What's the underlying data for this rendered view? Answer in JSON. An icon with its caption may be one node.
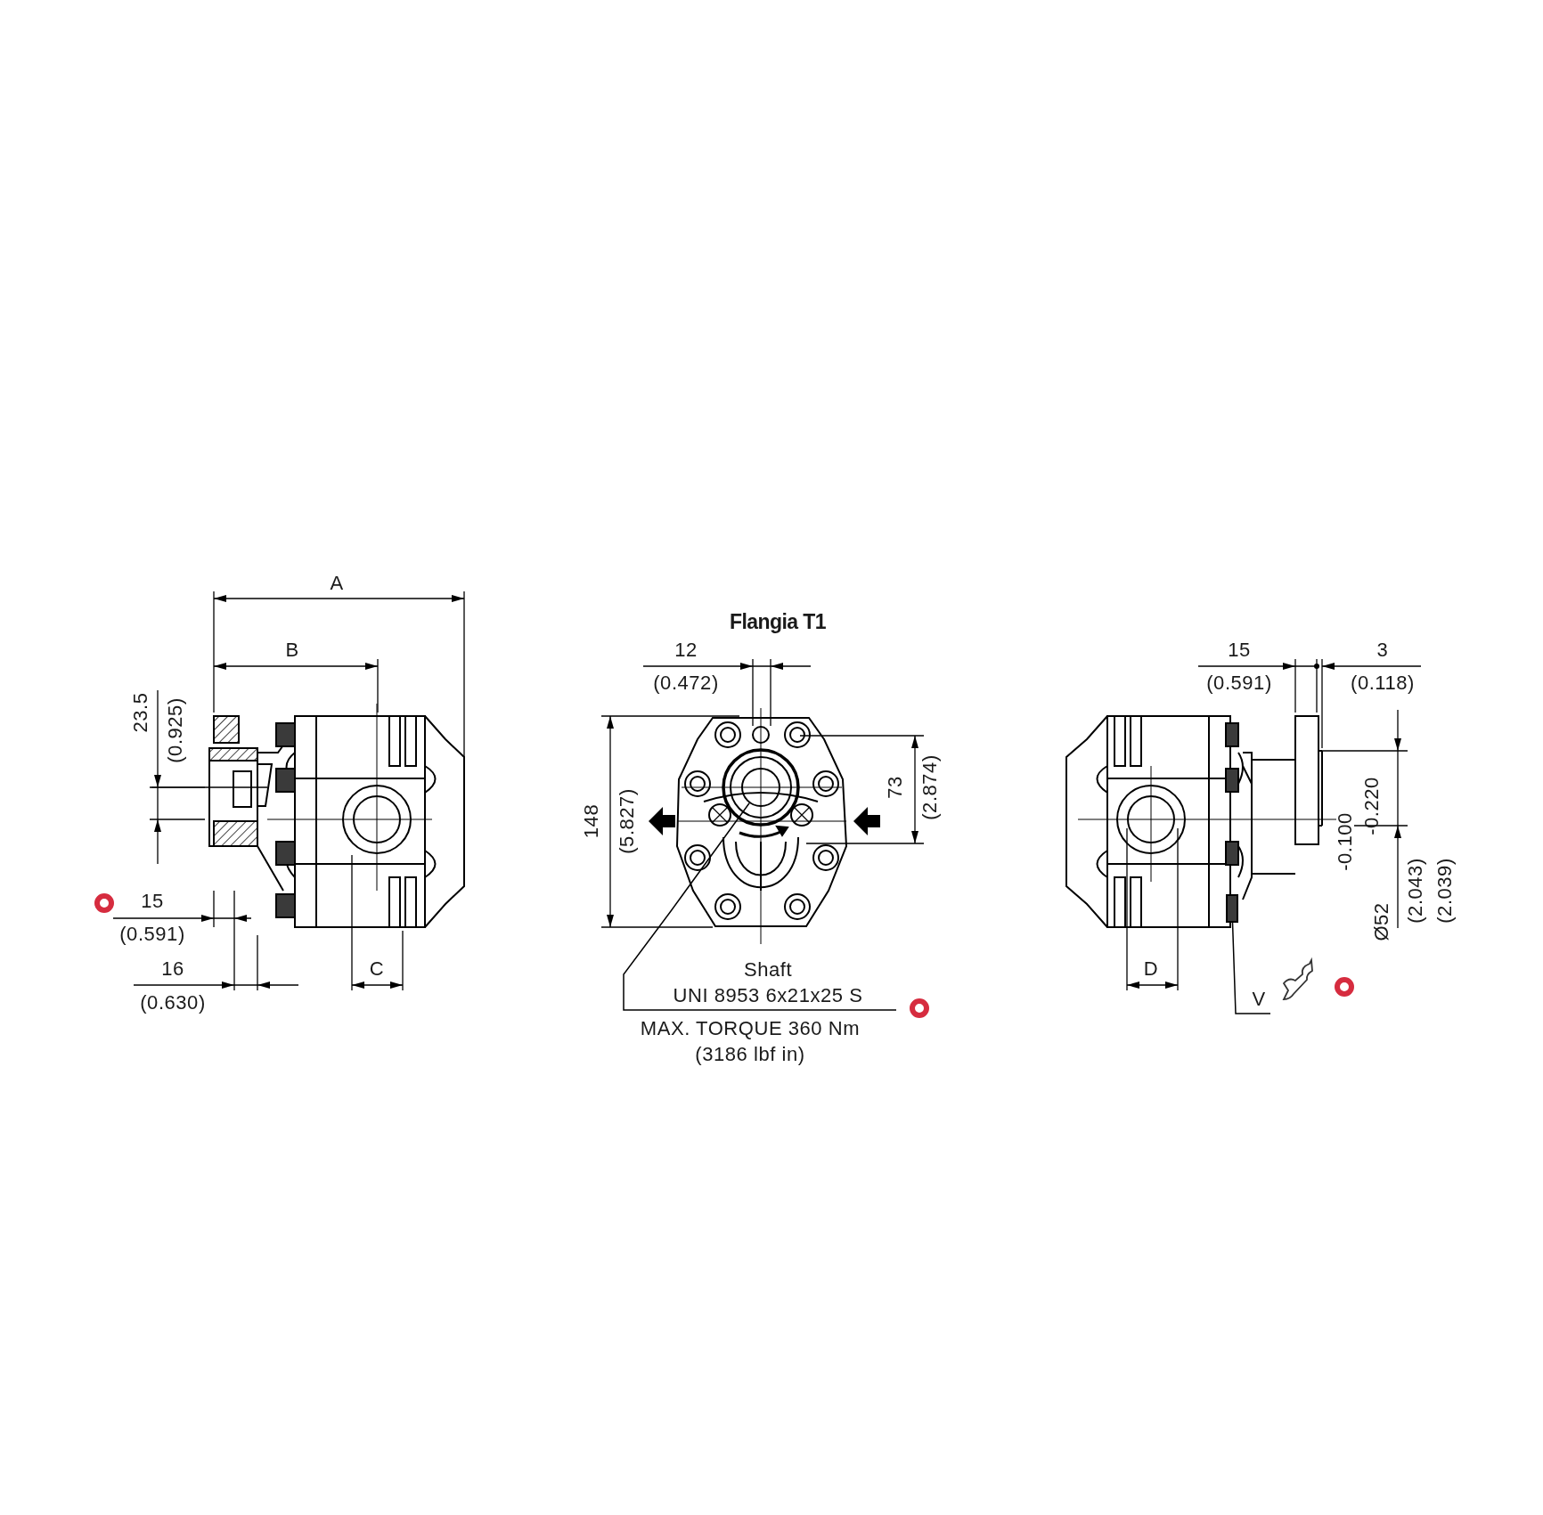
{
  "diagram": {
    "title": "Flangia T1",
    "nodes": [
      {
        "text": [
          "Shaft",
          "UNI 8953 6x21x25 S"
        ],
        "beside": [
          "MAX. TORQUE 360 Nm",
          "(3186 lbf in)"
        ]
      },
      {
        "text": [],
        "shape": "circle"
      },
      {
        "text": [
          "V"
        ]
      },
      {
        "text": [],
        "shape": "box"
      }
    ],
    "edges": [
      {
        "from": 0,
        "to": 1,
        "arrow": "none"
      },
      {
        "from": 2,
        "to": 3,
        "arrow": "none"
      }
    ],
    "labels": [
      "A",
      "B",
      "23.5",
      "(0.925)",
      "15",
      "(0.591)",
      "16",
      "(0.630)",
      "C",
      "12",
      "(0.472)",
      "148",
      "(5.827)",
      "73",
      "(2.874)",
      "15",
      "(0.591)",
      "3",
      "(0.118)",
      "-0.100",
      "-0.220",
      "Ø52",
      "(2.043)",
      "(2.039)",
      "D"
    ]
  }
}
